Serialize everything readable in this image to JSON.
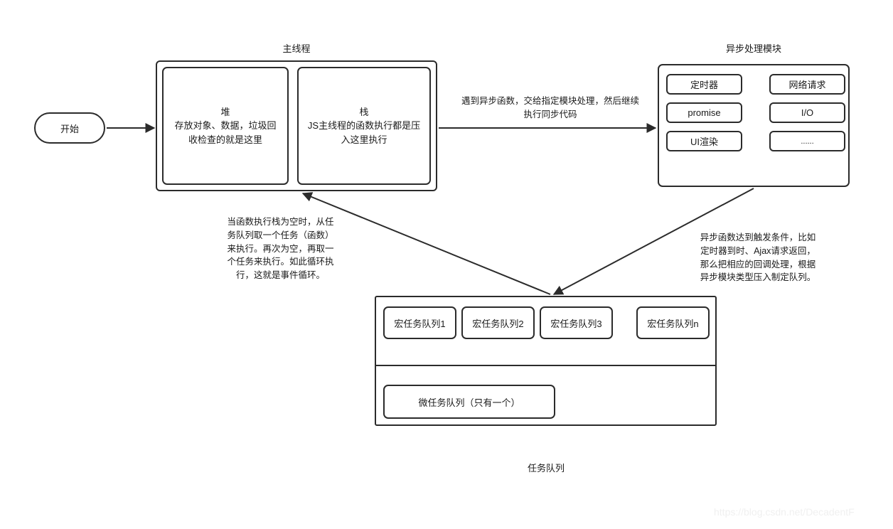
{
  "diagram": {
    "start": {
      "label": "开始"
    },
    "main_thread": {
      "title": "主线程",
      "heap": {
        "label": "堆\n存放对象、数据，垃圾回\n收检查的就是这里"
      },
      "stack": {
        "label": "栈\nJS主线程的函数执行都是压\n入这里执行"
      }
    },
    "async_module": {
      "title": "异步处理模块",
      "items": [
        {
          "label": "定时器"
        },
        {
          "label": "promise"
        },
        {
          "label": "UI渲染"
        },
        {
          "label": "网络请求"
        },
        {
          "label": "I/O"
        },
        {
          "label": "......"
        }
      ]
    },
    "task_queue": {
      "title": "任务队列",
      "macro_tasks": [
        {
          "label": "宏任务队列1"
        },
        {
          "label": "宏任务队列2"
        },
        {
          "label": "宏任务队列3"
        },
        {
          "label": "宏任务队列n"
        }
      ],
      "micro_task": {
        "label": "微任务队列（只有一个）"
      }
    },
    "annotations": {
      "sync_to_async": "遇到异步函数，交给指定模块处理，然后继续\n执行同步代码",
      "event_loop": "当函数执行栈为空时，从任\n务队列取一个任务（函数）\n来执行。再次为空，再取一\n个任务来执行。如此循环执\n行，这就是事件循环。",
      "async_trigger": "异步函数达到触发条件，比如\n定时器到时、Ajax请求返回，\n那么把相应的回调处理，根据\n异步模块类型压入制定队列。"
    },
    "watermark": "https://blog.csdn.net/DecadentF"
  }
}
